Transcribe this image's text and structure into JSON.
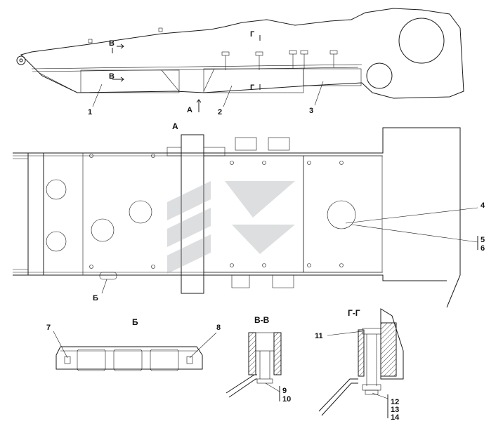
{
  "side_view": {
    "section_marks": [
      "В",
      "Г",
      "В",
      "Г"
    ],
    "view_arrow": "А",
    "callouts": [
      "1",
      "2",
      "3"
    ]
  },
  "plan_view": {
    "title": "А",
    "callouts": [
      "4",
      "5",
      "6"
    ],
    "detail_ref": "Б"
  },
  "detail_b": {
    "title": "Б",
    "callouts": [
      "7",
      "8"
    ]
  },
  "section_vv": {
    "title": "В-В",
    "callouts": [
      "9",
      "10"
    ]
  },
  "section_gg": {
    "title": "Г-Г",
    "callouts": [
      "11",
      "12",
      "13",
      "14"
    ]
  },
  "watermark": {
    "color": "#9aa0a4"
  }
}
